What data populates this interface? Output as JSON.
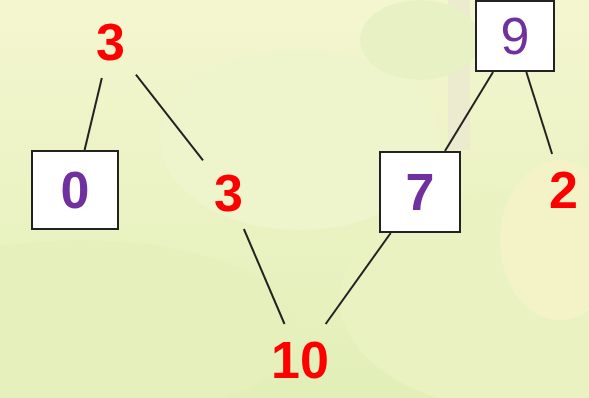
{
  "diagram": {
    "nodes": [
      {
        "text": [
          "3"
        ]
      },
      {
        "text": [
          "9"
        ]
      },
      {
        "text": [
          "0"
        ]
      },
      {
        "text": [
          "3"
        ]
      },
      {
        "text": [
          "7"
        ]
      },
      {
        "text": [
          "2"
        ]
      },
      {
        "text": [
          "10"
        ]
      }
    ],
    "edges": [
      {
        "from": 0,
        "to": 2,
        "arrow": "none"
      },
      {
        "from": 0,
        "to": 3,
        "arrow": "none"
      },
      {
        "from": 1,
        "to": 4,
        "arrow": "none"
      },
      {
        "from": 1,
        "to": 5,
        "arrow": "none"
      },
      {
        "from": 3,
        "to": 6,
        "arrow": "none"
      },
      {
        "from": 4,
        "to": 6,
        "arrow": "none"
      }
    ]
  }
}
